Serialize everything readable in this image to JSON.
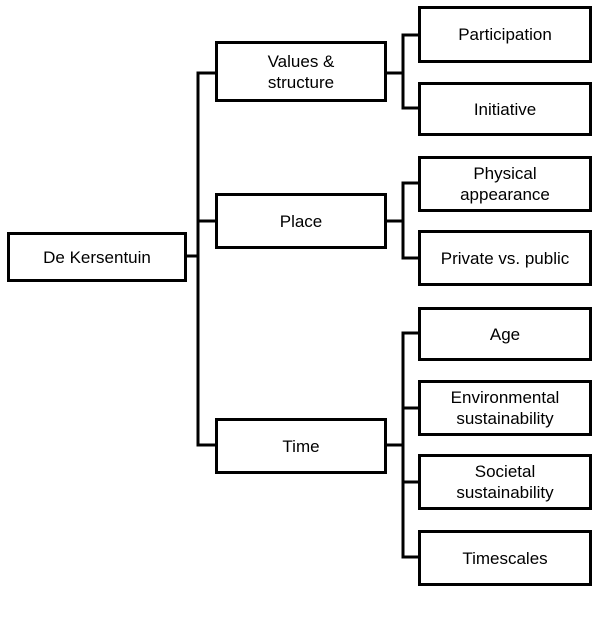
{
  "diagram": {
    "root": {
      "label": "De Kersentuin"
    },
    "branches": [
      {
        "label": "Values &\nstructure",
        "children": [
          {
            "label": "Participation"
          },
          {
            "label": "Initiative"
          }
        ]
      },
      {
        "label": "Place",
        "children": [
          {
            "label": "Physical\nappearance"
          },
          {
            "label": "Private vs. public"
          }
        ]
      },
      {
        "label": "Time",
        "children": [
          {
            "label": "Age"
          },
          {
            "label": "Environmental\nsustainability"
          },
          {
            "label": "Societal\nsustainability"
          },
          {
            "label": "Timescales"
          }
        ]
      }
    ]
  },
  "colors": {
    "line": "#000000",
    "box_border": "#000000",
    "box_fill": "#ffffff",
    "text": "#000000"
  }
}
